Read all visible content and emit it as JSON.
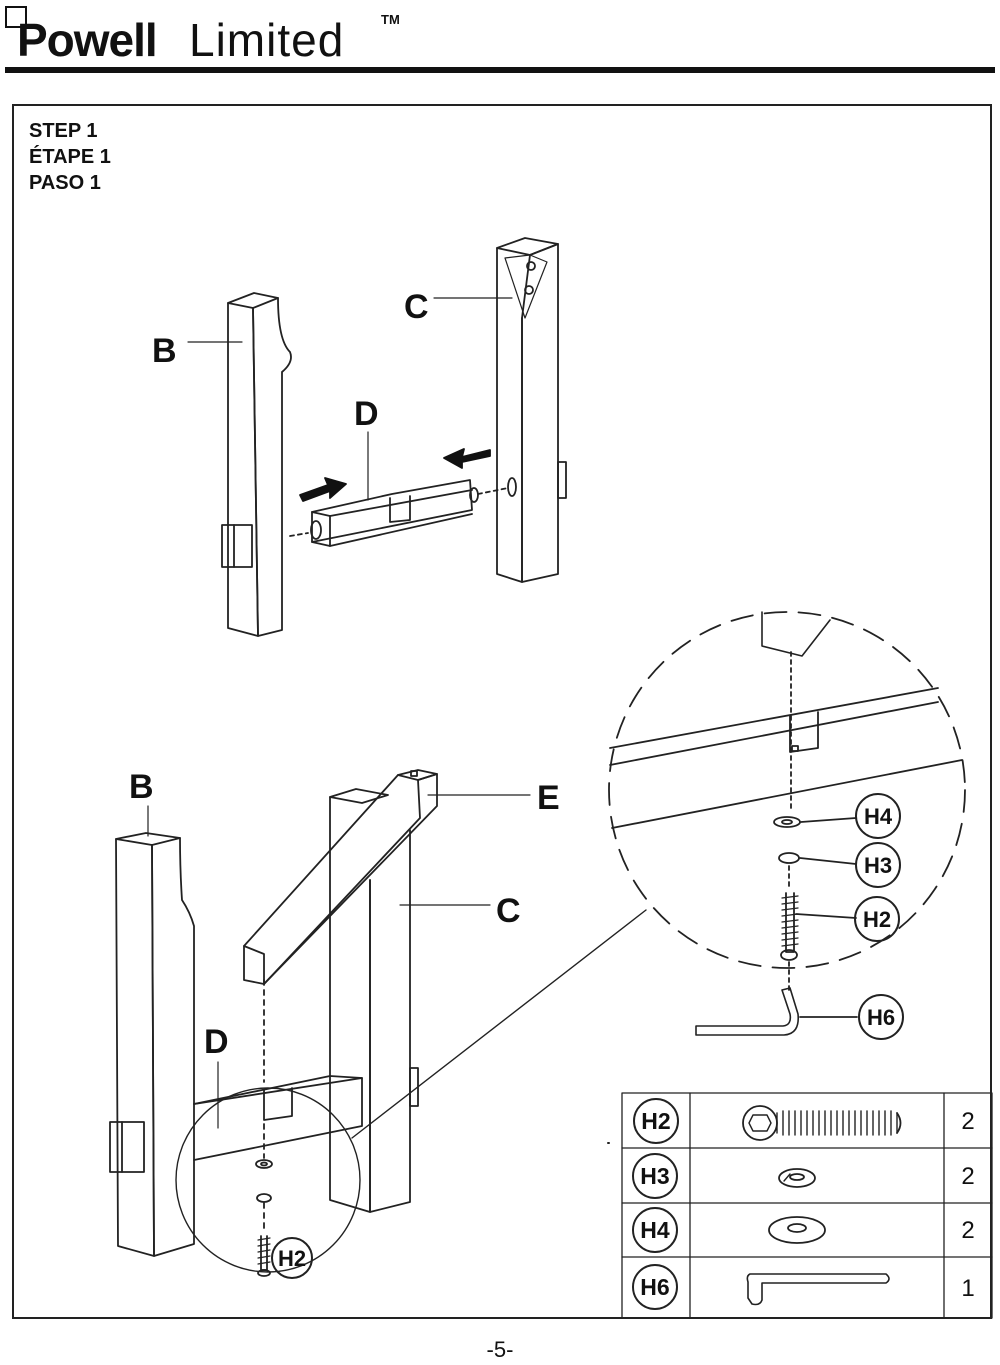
{
  "header": {
    "brand_bold": "Powell",
    "brand_thin": "Limited",
    "trademark": "TM"
  },
  "step": {
    "line_en": "STEP 1",
    "line_fr": "ÉTAPE 1",
    "line_es": "PASO 1"
  },
  "parts": {
    "b": "B",
    "c": "C",
    "d": "D",
    "e": "E"
  },
  "hardware": {
    "h2": "H2",
    "h3": "H3",
    "h4": "H4",
    "h6": "H6"
  },
  "hardware_table": [
    {
      "id": "H2",
      "icon": "hex-bolt-icon",
      "qty": "2"
    },
    {
      "id": "H3",
      "icon": "lock-washer-icon",
      "qty": "2"
    },
    {
      "id": "H4",
      "icon": "flat-washer-icon",
      "qty": "2"
    },
    {
      "id": "H6",
      "icon": "allen-key-icon",
      "qty": "1"
    }
  ],
  "page_number": "-5-"
}
